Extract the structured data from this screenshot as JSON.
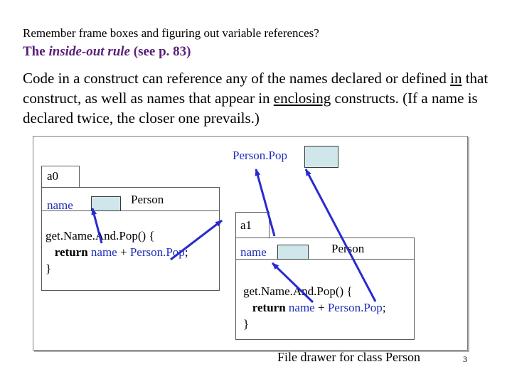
{
  "header": {
    "subtitle": "Remember frame boxes and figuring out variable references?",
    "title_prefix": "The ",
    "title_emphasis": "inside-out rule",
    "title_suffix": " (see p. 83)"
  },
  "body": {
    "part1": "Code in a construct can reference any of the names declared or defined ",
    "in": "in",
    "part2": " that construct, as well as names that appear in ",
    "enclosing": "enclosing",
    "part3": " constructs. (If a name is declared twice, the closer one prevails.)"
  },
  "diagram": {
    "person_pop_label": "Person.Pop",
    "frame_a0": {
      "tab_label": "a0",
      "name_label": "name",
      "person_label": "Person",
      "code_line1": "get.Name.And.Pop() {",
      "code_indent": "   ",
      "code_return": "return",
      "code_name": " name",
      "code_plus": " + ",
      "code_person_pop": "Person.Pop",
      "code_semicolon": ";",
      "code_close": "}"
    },
    "frame_a1": {
      "tab_label": "a1",
      "name_label": "name",
      "person_label": "Person",
      "code_line1": "get.Name.And.Pop() {",
      "code_indent": "   ",
      "code_return": "return",
      "code_name": " name",
      "code_plus": " + ",
      "code_person_pop": "Person.Pop",
      "code_semicolon": ";",
      "code_close": "}"
    },
    "caption": "File drawer for class Person",
    "arrow_color": "#2a2ad0"
  },
  "footer": {
    "page_number": "3"
  }
}
